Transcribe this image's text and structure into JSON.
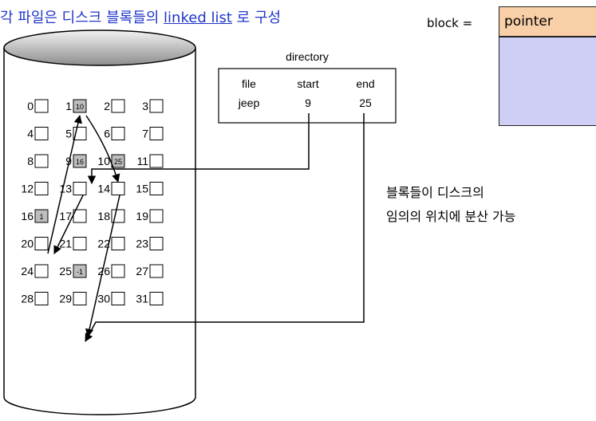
{
  "title": {
    "prefix": "각 파일은 디스크 블록들의 ",
    "link": "linked list",
    "suffix": " 로 구성"
  },
  "block_legend": {
    "label": "block =",
    "pointer_label": "pointer",
    "colors": {
      "pointer": "#f8cfa6",
      "data": "#cfcff5"
    }
  },
  "note": {
    "line1": "블록들이 디스크의",
    "line2": "임의의 위치에 분산 가능"
  },
  "directory": {
    "title": "directory",
    "headers": [
      "file",
      "start",
      "end"
    ],
    "row": [
      "jeep",
      "9",
      "25"
    ]
  },
  "disk": {
    "block_numbers": [
      "0",
      "1",
      "2",
      "3",
      "4",
      "5",
      "6",
      "7",
      "8",
      "9",
      "10",
      "11",
      "12",
      "13",
      "14",
      "15",
      "16",
      "17",
      "18",
      "19",
      "20",
      "21",
      "22",
      "23",
      "24",
      "25",
      "26",
      "27",
      "28",
      "29",
      "30",
      "31"
    ],
    "used_blocks": [
      {
        "block": "9",
        "next": "16"
      },
      {
        "block": "16",
        "next": "1"
      },
      {
        "block": "1",
        "next": "10"
      },
      {
        "block": "10",
        "next": "25"
      },
      {
        "block": "25",
        "next": "-1"
      }
    ]
  }
}
